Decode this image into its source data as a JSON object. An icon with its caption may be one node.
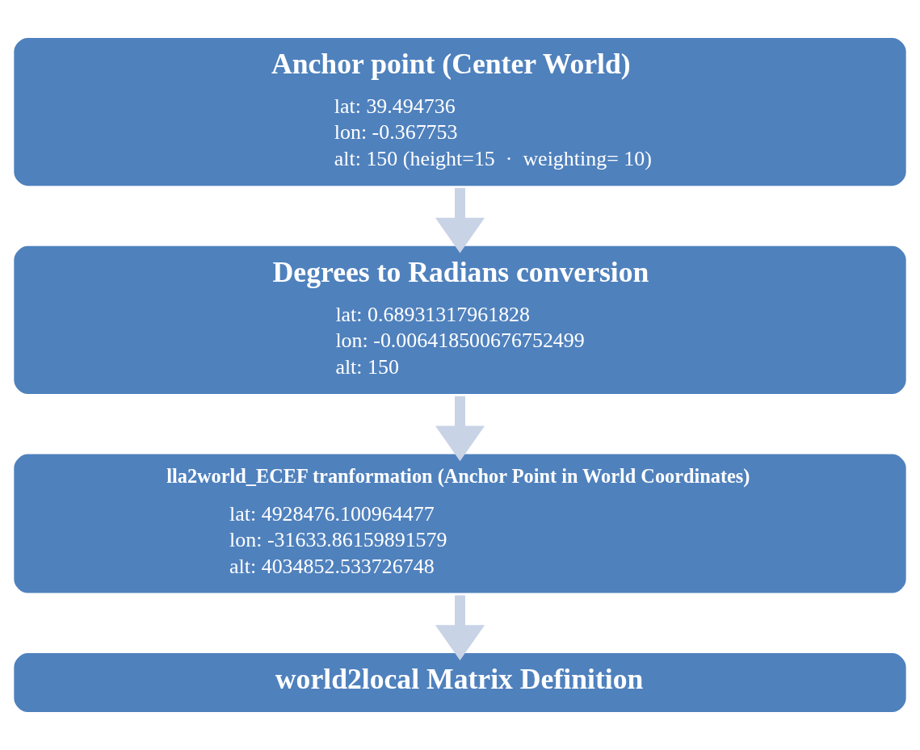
{
  "diagram": {
    "nodes": [
      {
        "text": [
          "Anchor point (Center World)",
          "lat: 39.494736",
          "lon: -0.367753",
          "alt: 150 (height=15  ·  weighting= 10)"
        ]
      },
      {
        "text": [
          "Degrees to Radians conversion",
          "lat: 0.68931317961828",
          "lon: -0.006418500676752499",
          "alt: 150"
        ]
      },
      {
        "text": [
          "lla2world_ECEF tranformation (Anchor Point in World Coordinates)",
          "lat: 4928476.100964477",
          "lon: -31633.86159891579",
          "alt: 4034852.533726748"
        ]
      },
      {
        "text": [
          "world2local Matrix Definition"
        ]
      }
    ],
    "edges": [
      {
        "from": 0,
        "to": 1,
        "arrow": "to"
      },
      {
        "from": 1,
        "to": 2,
        "arrow": "to"
      },
      {
        "from": 2,
        "to": 3,
        "arrow": "to"
      }
    ]
  }
}
